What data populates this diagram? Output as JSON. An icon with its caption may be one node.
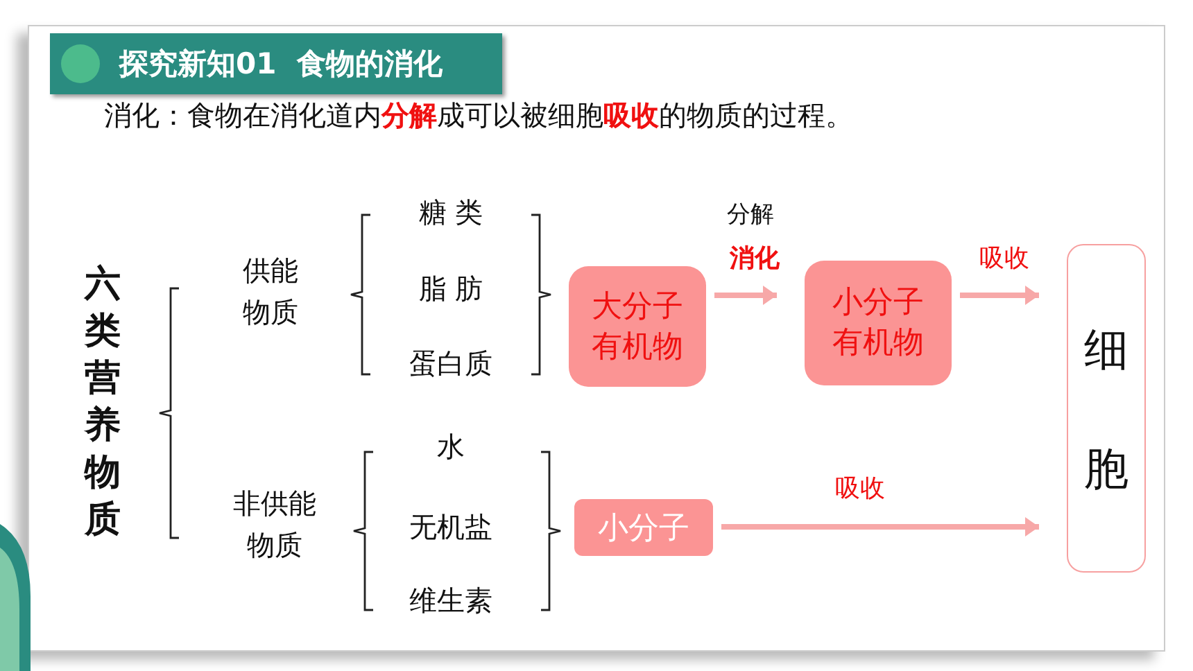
{
  "diagram": {
    "title": "探究新知01  食物的消化",
    "nodes": [
      {
        "text": [
          "六类营养物质"
        ]
      },
      {
        "text": [
          "供能物质"
        ]
      },
      {
        "text": [
          "非供能物质"
        ]
      },
      {
        "text": [
          "糖 类"
        ]
      },
      {
        "text": [
          "脂 肪"
        ]
      },
      {
        "text": [
          "蛋白质"
        ]
      },
      {
        "text": [
          "水"
        ]
      },
      {
        "text": [
          "无机盐"
        ]
      },
      {
        "text": [
          "维生素"
        ]
      },
      {
        "text": [
          "大分子有机物"
        ]
      },
      {
        "text": [
          "小分子有机物"
        ]
      },
      {
        "text": [
          "小分子"
        ]
      },
      {
        "text": [
          "细胞"
        ]
      }
    ],
    "edges": [
      {
        "from": 9,
        "to": 10,
        "arrow": "to",
        "label": "消化"
      },
      {
        "from": 10,
        "to": 12,
        "arrow": "to",
        "label": "吸收"
      },
      {
        "from": 11,
        "to": 12,
        "arrow": "to",
        "label": "吸收"
      }
    ],
    "labels": [
      "消化：食物在消化道内**分解**成可以被细胞**吸收**的物质的过程。",
      "分解"
    ]
  }
}
